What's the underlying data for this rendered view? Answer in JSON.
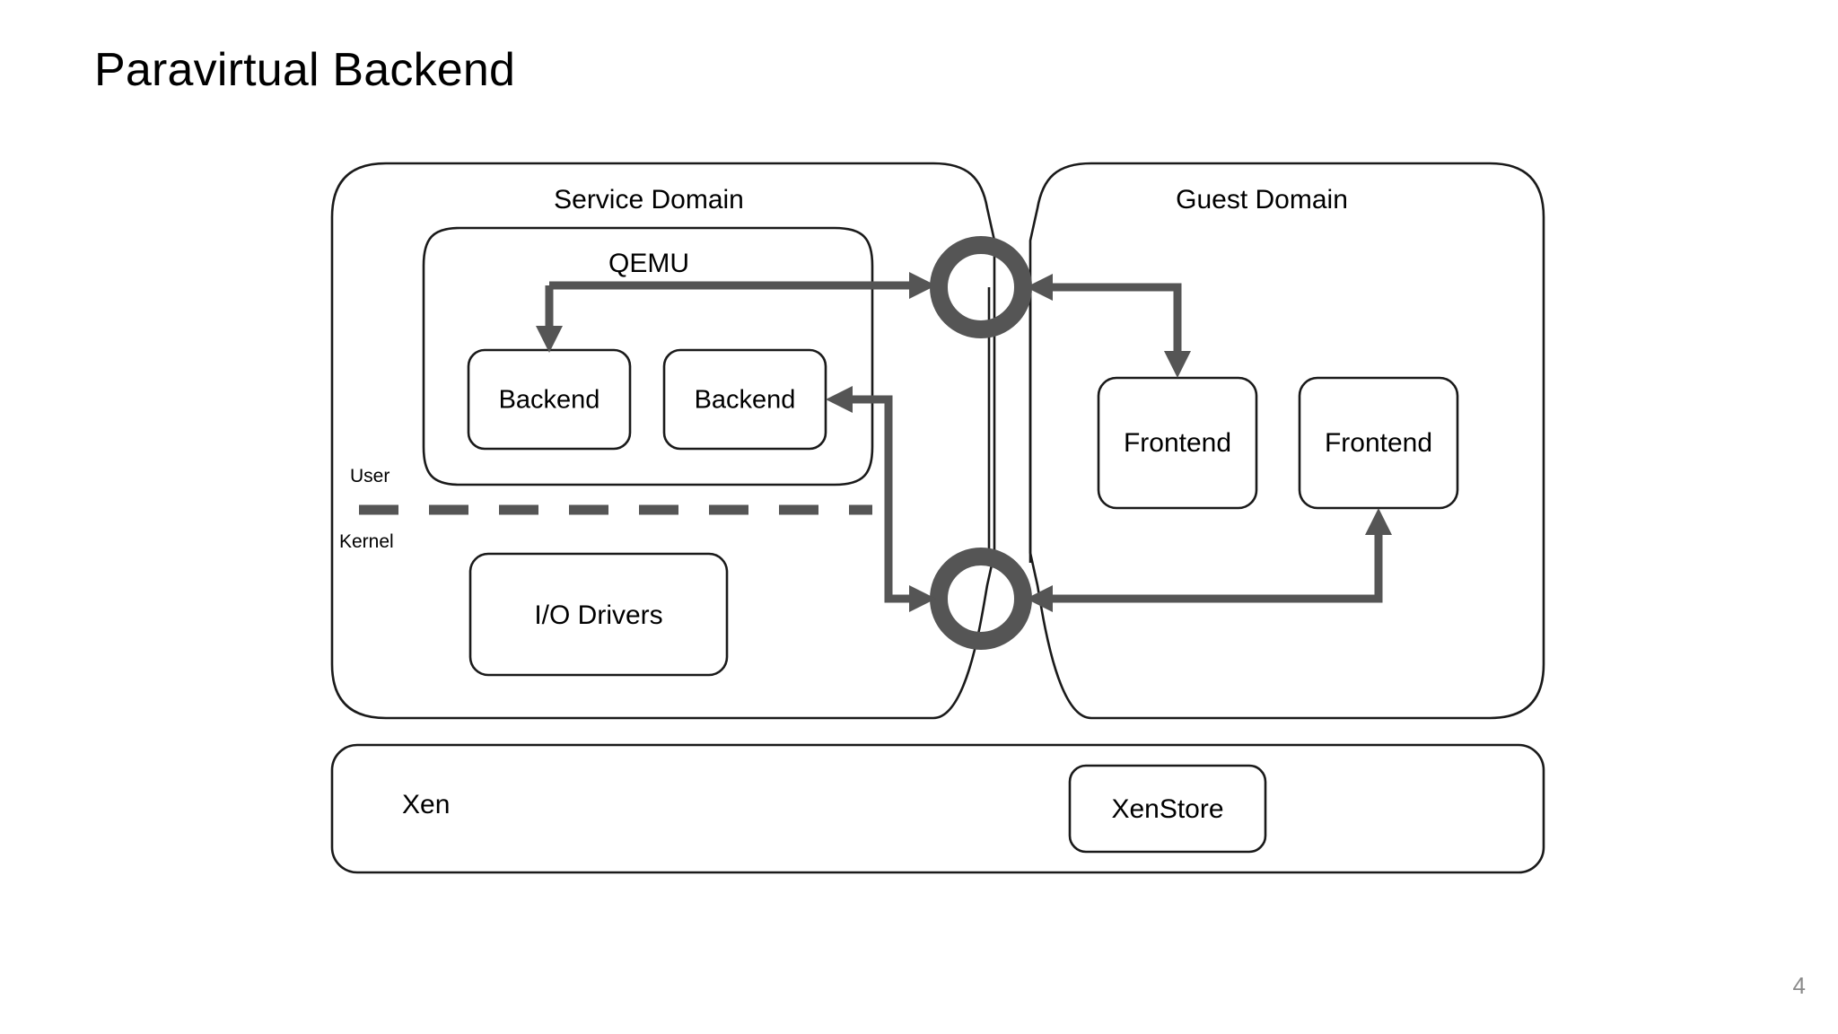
{
  "slide": {
    "title": "Paravirtual Backend",
    "page_number": "4",
    "colors": {
      "outline": "#1a1a1a",
      "flow": "#555555",
      "text": "#000000",
      "page_number": "#8a8a8a",
      "background": "#ffffff"
    }
  },
  "diagram": {
    "type": "architecture-block-diagram",
    "domains": [
      {
        "id": "service-domain",
        "title": "Service Domain",
        "layers": [
          {
            "id": "user",
            "label": "User"
          },
          {
            "id": "kernel",
            "label": "Kernel"
          }
        ],
        "groups": [
          {
            "id": "qemu",
            "title": "QEMU",
            "boxes": [
              {
                "id": "backend-1",
                "label": "Backend"
              },
              {
                "id": "backend-2",
                "label": "Backend"
              }
            ]
          }
        ],
        "boxes": [
          {
            "id": "io-drivers",
            "label": "I/O Drivers"
          }
        ]
      },
      {
        "id": "guest-domain",
        "title": "Guest Domain",
        "boxes": [
          {
            "id": "frontend-1",
            "label": "Frontend"
          },
          {
            "id": "frontend-2",
            "label": "Frontend"
          }
        ]
      }
    ],
    "rings": [
      {
        "id": "ring-upper",
        "label": ""
      },
      {
        "id": "ring-lower",
        "label": ""
      }
    ],
    "hypervisor": {
      "id": "xen",
      "title": "Xen",
      "boxes": [
        {
          "id": "xenstore",
          "label": "XenStore"
        }
      ]
    },
    "flows": [
      {
        "id": "flow-qemu-to-backend-1",
        "from": "ring-upper",
        "to": "backend-1"
      },
      {
        "id": "flow-backend-to-ring-upper",
        "from": "qemu",
        "to": "ring-upper"
      },
      {
        "id": "flow-ring-upper-to-frontend-1",
        "from": "ring-upper",
        "to": "frontend-1"
      },
      {
        "id": "flow-ring-lower-to-backend-2",
        "from": "ring-lower",
        "to": "backend-2"
      },
      {
        "id": "flow-frontend-2-to-ring-lower",
        "from": "frontend-2",
        "to": "ring-lower"
      }
    ]
  }
}
